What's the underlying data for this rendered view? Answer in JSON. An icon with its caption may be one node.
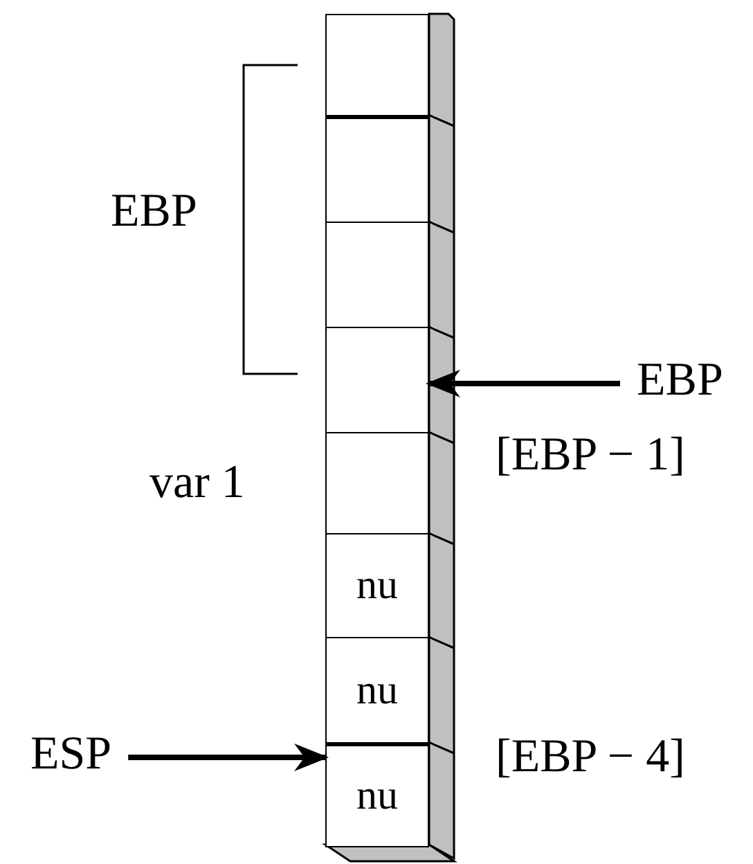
{
  "diagram": {
    "nodes": [
      {
        "text": [],
        "shape": "box"
      },
      {
        "text": [],
        "shape": "box"
      },
      {
        "text": [],
        "shape": "box"
      },
      {
        "text": [],
        "shape": "box"
      },
      {
        "text": [],
        "shape": "box"
      },
      {
        "text": [
          "nu"
        ]
      },
      {
        "text": [
          "nu"
        ]
      },
      {
        "text": [
          "nu"
        ]
      },
      {
        "text": [
          "EBP"
        ]
      },
      {
        "text": [
          "ESP"
        ]
      }
    ],
    "edges": [
      {
        "from": 8,
        "to": 3,
        "arrow": "to"
      },
      {
        "from": 9,
        "to": 7,
        "arrow": "to"
      }
    ],
    "labels": [
      "EBP",
      "var 1",
      "[EBP − 1]",
      "[EBP − 4]"
    ]
  }
}
